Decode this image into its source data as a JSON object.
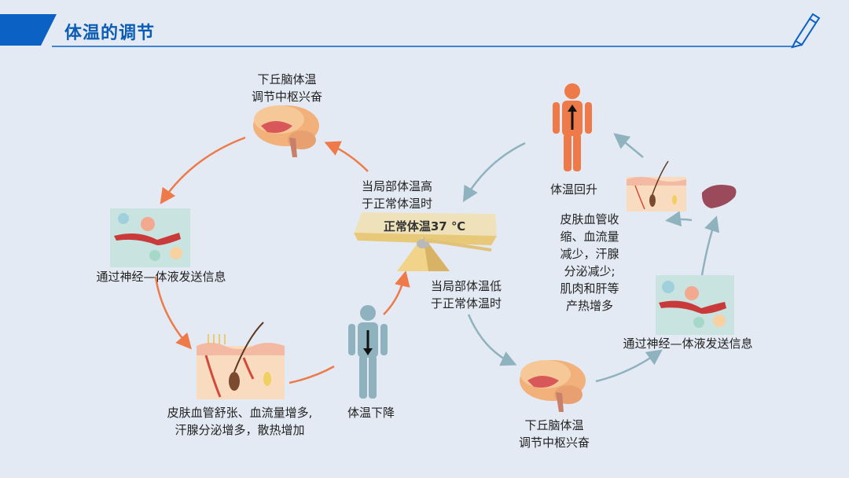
{
  "header": {
    "title": "体温的调节",
    "accent_color": "#0b62c4",
    "icon": "pen-icon"
  },
  "center": {
    "balance_label": "正常体温37 ℃",
    "high_condition": [
      "当局部体温高",
      "于正常体温时"
    ],
    "low_condition": [
      "当局部体温低",
      "于正常体温时"
    ]
  },
  "heat_loss_cycle": {
    "color": "#ee7a4a",
    "hypothalamus": [
      "下丘脑体温",
      "调节中枢兴奋"
    ],
    "signal": "通过神经—体液发送信息",
    "skin_response": [
      "皮肤血管舒张、血流量增多,",
      "汗腺分泌增多，散热增加"
    ],
    "result": "体温下降"
  },
  "heat_gain_cycle": {
    "color": "#8fb2bf",
    "hypothalamus": [
      "下丘脑体温",
      "调节中枢兴奋"
    ],
    "signal": "通过神经—体液发送信息",
    "responses": [
      "皮肤血管收",
      "缩、血流量",
      "减少，汗腺",
      "分泌减少;",
      "肌肉和肝等",
      "产热增多"
    ],
    "result": "体温回升"
  }
}
